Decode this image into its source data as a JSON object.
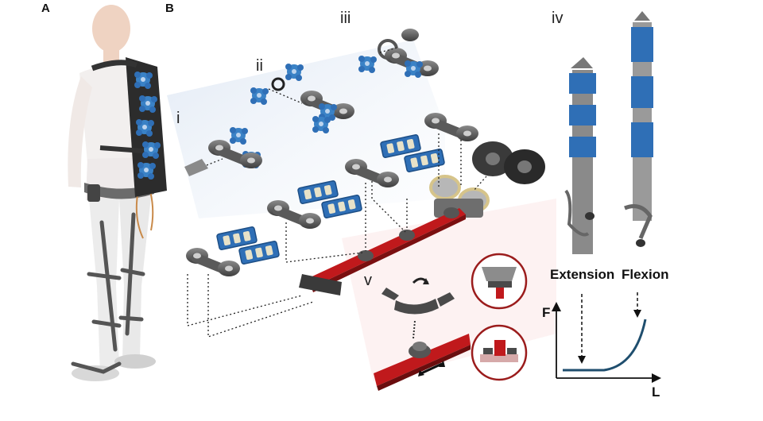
{
  "panels": {
    "a": "A",
    "b": "B"
  },
  "sub_labels": {
    "i": "i",
    "ii": "ii",
    "iii": "iii",
    "iv": "iv",
    "v": "v"
  },
  "motion_labels": {
    "extension": "Extension",
    "flexion": "Flexion"
  },
  "graph": {
    "ylabel": "F",
    "xlabel": "L"
  },
  "colors": {
    "module_blue": "#2f6fb6",
    "rail_red": "#c0191c",
    "metal_dark": "#4a4a4a",
    "curve_blue": "#1f4e6e",
    "circle_red": "#9b1c1c"
  }
}
